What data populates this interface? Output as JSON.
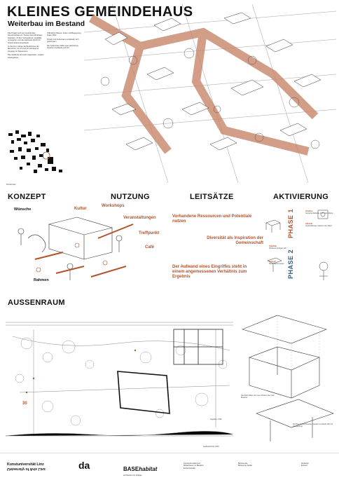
{
  "header": {
    "title": "KLEINES GEMEINDEHAUS",
    "subtitle": "Weiterbau im Bestand"
  },
  "intro": {
    "col1": [
      "Das Projekt setzt am bestehenden Gemeindehaus an. Kleines Gemeindehaus bedeutet, mit dem Vorhandenen sorgfältig umzugehen und das Gebäude Schritt für Schritt weiterzuentwickeln.",
      "Im Zentrum stehen die Bedürfnisse der Menschen vor Ort und ein behutsamer Umgang mit Ressourcen.",
      "Das Gebäude wird nicht abgerissen, sondern weitergebaut."
    ],
    "col2": [
      "Öffentliche Räume, Kultur und Begegnung finden Platz.",
      "Projekt und Außenraum entwickeln sich gemeinsam.",
      "Der Außenraum bildet eine Verbindung zwischen Gebäude und Ort."
    ],
    "figure_caption": "Schwarzplan"
  },
  "sections": {
    "konzept": "KONZEPT",
    "nutzung": "NUTZUNG",
    "leitsaetze": "LEITSÄTZE",
    "aktivierung": "AKTIVIERUNG",
    "aussenraum": "AUSSENRAUM"
  },
  "konzept": {
    "wuensche": "Wünsche",
    "kultur": "Kultur",
    "rahmen": "Rahmen"
  },
  "nutzung": {
    "workshops": "Workshops",
    "veranstaltungen": "Veranstaltungen",
    "treffpunkt": "Treffpunkt",
    "cafe": "Café"
  },
  "leitsaetze": {
    "l1": "Vorhandene Ressourcen und Potentiale nutzen",
    "l2": "Diversität als Inspiration der Gemeinschaft",
    "l3": "Der Aufwand eines Eingriffes steht in einem angemessenen Verhältnis zum Ergebnis"
  },
  "aktivierung": {
    "phase1": "PHASE 1",
    "phase2": "PHASE 2",
    "n1_head": "Initiative",
    "n1_text": "Gemeinschaftsidee formt den Anfang",
    "n2_head": "Aktivität",
    "n2_text": "Veranstaltungen beleben den Raum",
    "n3_head": "Stabilität",
    "n3_text": "Strukturen festigen sich",
    "n4_head": "Zukunft",
    "n4_text": "Raum wächst weiter"
  },
  "aussenraum": {
    "marker": "30",
    "plan_caption": "Lageplan 1:500",
    "section_caption": "Geländeschnitt 1:500",
    "axo_text1": "Das Dach bildet eine neue Struktur über dem Bestand.",
    "axo_text2": "Der Bau wird schrittweise erweitert und bleibt offen für Veränderung."
  },
  "footer": {
    "uni_line1": "Kunstuniversität Linz",
    "uni_line2": "University of Arts Linz",
    "da": "da",
    "base_a": "BASE",
    "base_b": "habitat",
    "base_tag": "architecture for change",
    "info1": "Kunstuniversität Linz",
    "info2": "Weiterbauen im Bestand",
    "info3": "Entwurfsstudio",
    "bet1": "Betreuende",
    "bet2": "Betreuung Studio",
    "aut1": "Studentin",
    "aut2": "Entwurf"
  },
  "colors": {
    "accent": "#b0532c",
    "phase2": "#2f5d87",
    "road": "#c8866a"
  }
}
